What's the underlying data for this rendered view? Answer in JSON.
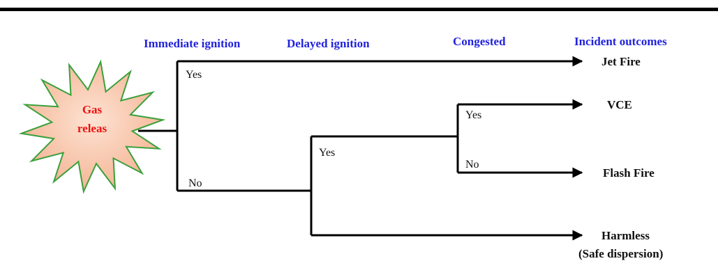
{
  "headers": {
    "immediate_ignition": "Immediate ignition",
    "delayed_ignition": "Delayed ignition",
    "congested": "Congested",
    "incident_outcomes": "Incident outcomes"
  },
  "start_event": {
    "line1": "Gas",
    "line2": "releas"
  },
  "branches": {
    "immediate_yes": "Yes",
    "immediate_no": "No",
    "delayed_yes": "Yes",
    "congested_yes": "Yes",
    "congested_no": "No"
  },
  "outcomes": {
    "jet_fire": "Jet Fire",
    "vce": "VCE",
    "flash_fire": "Flash Fire",
    "harmless_line1": "Harmless",
    "harmless_line2": "(Safe dispersion)"
  },
  "colors": {
    "header": "#2222dd",
    "start_text": "#ee1111",
    "burst_fill": "#f7c4a8",
    "burst_stroke": "#3aa03a",
    "lines": "#000000"
  }
}
